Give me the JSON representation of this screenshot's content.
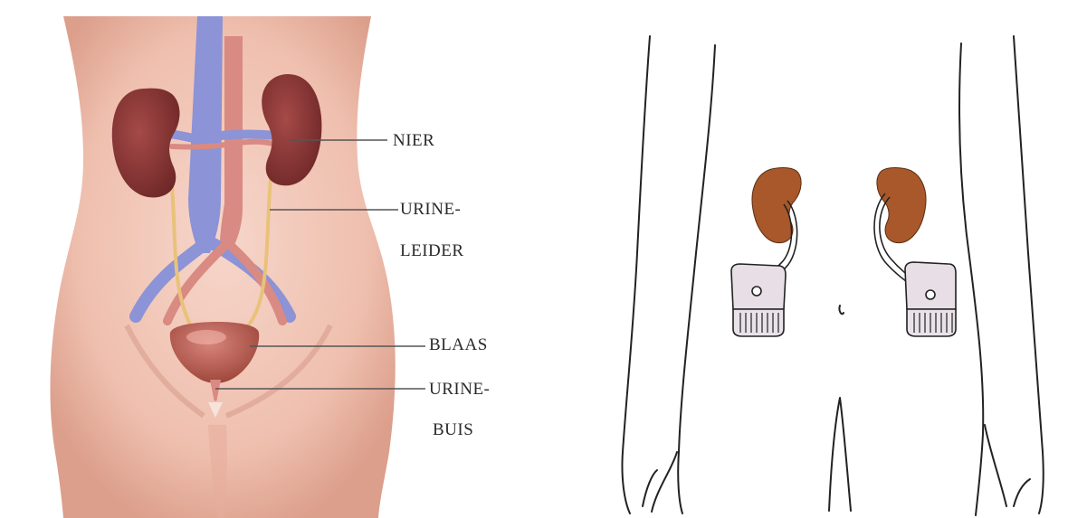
{
  "left_diagram": {
    "labels": {
      "kidney": "NIER",
      "ureter_line1": "URINE-",
      "ureter_line2": "LEIDER",
      "bladder": "BLAAS",
      "urethra_line1": "URINE-",
      "urethra_line2": "BUIS"
    },
    "colors": {
      "skin": "#f3c7b8",
      "skin_shadow": "#d99f8d",
      "kidney": "#8b3a3a",
      "vein": "#8c93d6",
      "artery": "#d98a82",
      "bladder": "#b2574f",
      "ureter": "#e9c27a",
      "leader_line": "#555555"
    }
  },
  "right_diagram": {
    "colors": {
      "kidney": "#a8582a",
      "pouch": "#e7dfe5",
      "outline": "#222222"
    }
  }
}
